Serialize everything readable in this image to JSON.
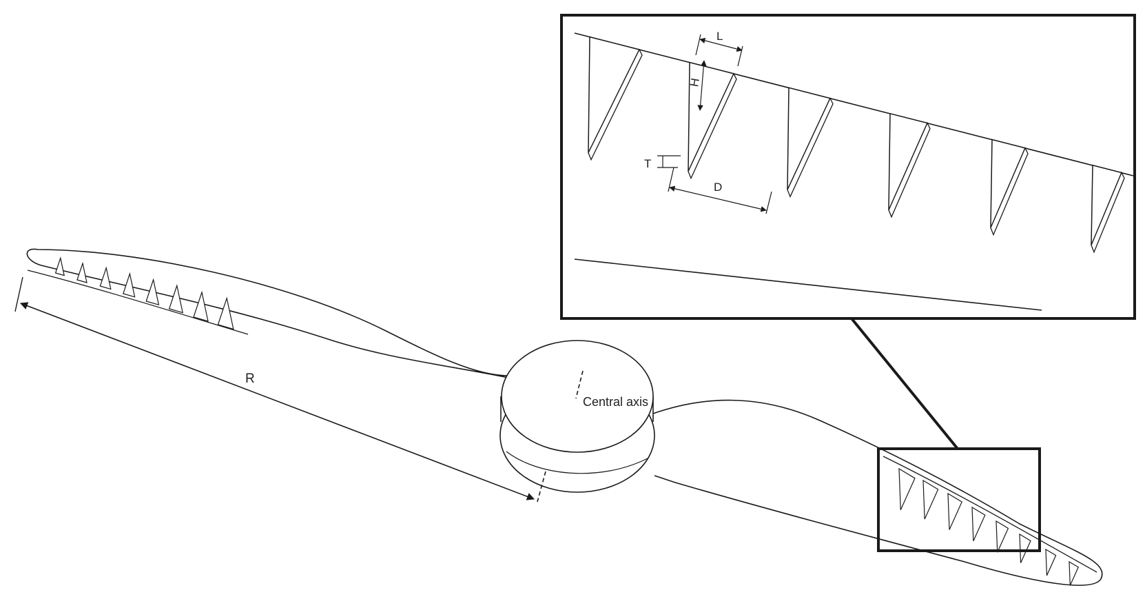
{
  "labels": {
    "R": "R",
    "central_axis": "Central axis",
    "L": "L",
    "H": "H",
    "T": "T",
    "D": "D"
  },
  "colors": {
    "line": "#1a1a1a",
    "background": "#ffffff"
  }
}
